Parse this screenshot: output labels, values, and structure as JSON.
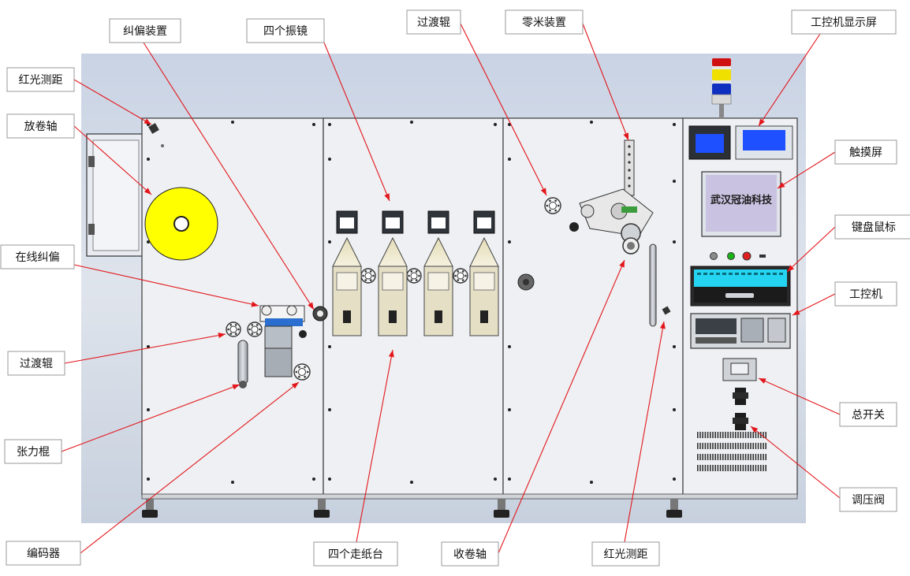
{
  "labels": {
    "hongguang_top": "红光测距",
    "fangjuanzhou": "放卷轴",
    "jiupian": "纠偏装置",
    "sige_zhenjing": "四个振镜",
    "guoduguntop": "过渡辊",
    "lingmi": "零米装置",
    "gongkongji_xianshi": "工控机显示屏",
    "chumoping": "触摸屏",
    "jianpan": "键盘鼠标",
    "gongkongji": "工控机",
    "zaixian_jiupian": "在线纠偏",
    "guodugun_left": "过渡辊",
    "zhangligun": "张力棍",
    "bianmaqi": "编码器",
    "sige_zouzhitai": "四个走纸台",
    "shoujuanzhou": "收卷轴",
    "hongguang_bottom": "红光测距",
    "zongkaiguan": "总开关",
    "tiaoyafa": "调压阀"
  },
  "screen_logo": "武汉冠油科技",
  "colors": {
    "background": "#d3dae6",
    "leader": "#e3161b",
    "reel": "#ffff00",
    "screen_blue": "#1e50ff",
    "beacon_red": "#d01010",
    "beacon_yellow": "#f0e000",
    "beacon_blue": "#1030c0"
  }
}
